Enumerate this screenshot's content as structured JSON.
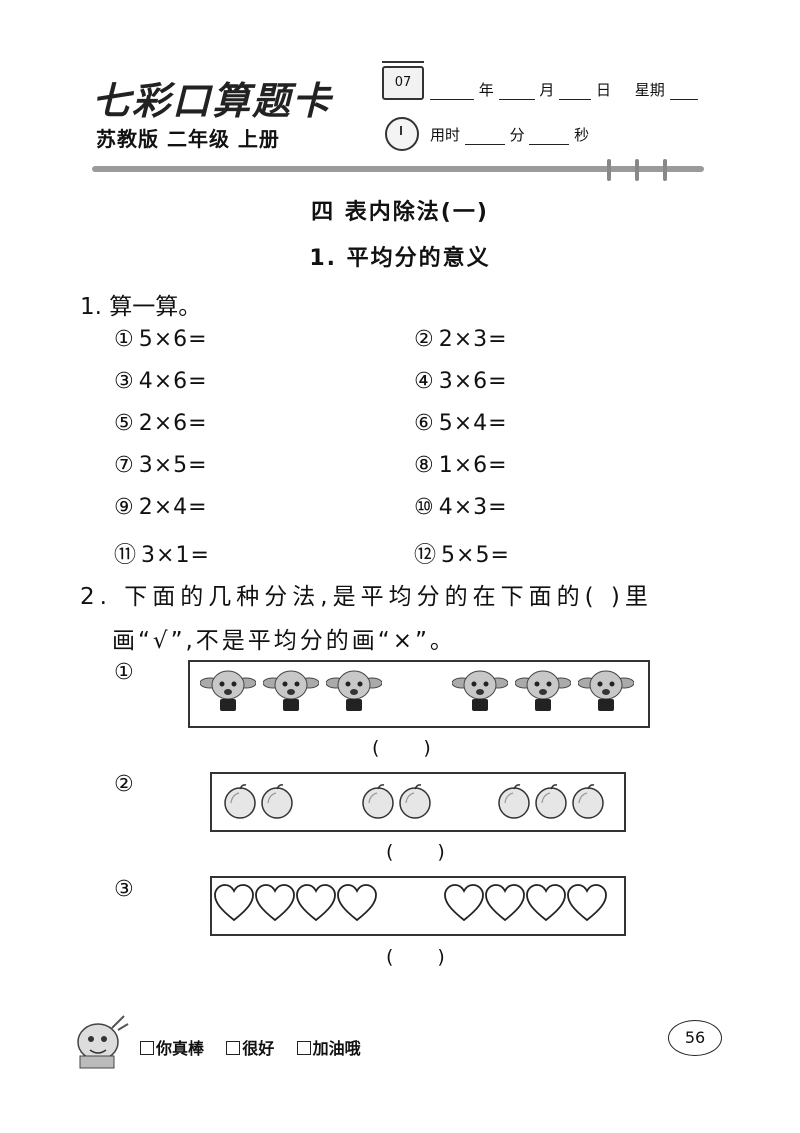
{
  "header": {
    "brand": "七彩口算题卡",
    "edition": "苏教版  二年级  上册",
    "calendar_day": "07",
    "date_year_label": "年",
    "date_month_label": "月",
    "date_day_label": "日",
    "date_weekday_label": "星期",
    "time_used_label": "用时",
    "time_min_label": "分",
    "time_sec_label": "秒"
  },
  "chapter_title": "四    表内除法(一)",
  "lesson_title": "1. 平均分的意义",
  "question1": {
    "prompt": "1. 算一算。",
    "items": [
      {
        "label": "①",
        "expr": "5×6="
      },
      {
        "label": "②",
        "expr": "2×3="
      },
      {
        "label": "③",
        "expr": "4×6="
      },
      {
        "label": "④",
        "expr": "3×6="
      },
      {
        "label": "⑤",
        "expr": "2×6="
      },
      {
        "label": "⑥",
        "expr": "5×4="
      },
      {
        "label": "⑦",
        "expr": "3×5="
      },
      {
        "label": "⑧",
        "expr": "1×6="
      },
      {
        "label": "⑨",
        "expr": "2×4="
      },
      {
        "label": "⑩",
        "expr": "4×3="
      },
      {
        "label": "⑪",
        "expr": "3×1="
      },
      {
        "label": "⑫",
        "expr": "5×5="
      }
    ]
  },
  "question2": {
    "prompt_line1": "2. 下面的几种分法,是平均分的在下面的(      )里",
    "prompt_line2": "画“√”,不是平均分的画“×”。",
    "groups": [
      {
        "label": "①",
        "icon": "goat-icon",
        "left_count": 3,
        "right_count": 3,
        "paren_open": "(",
        "paren_close": ")"
      },
      {
        "label": "②",
        "icon": "apple-icon",
        "counts": [
          2,
          2,
          3
        ],
        "paren_open": "(",
        "paren_close": ")"
      },
      {
        "label": "③",
        "icon": "heart-icon",
        "left_count": 4,
        "right_count": 4,
        "paren_open": "(",
        "paren_close": ")"
      }
    ]
  },
  "footer": {
    "rating_options": [
      "你真棒",
      "很好",
      "加油哦"
    ],
    "page_number": "56"
  }
}
